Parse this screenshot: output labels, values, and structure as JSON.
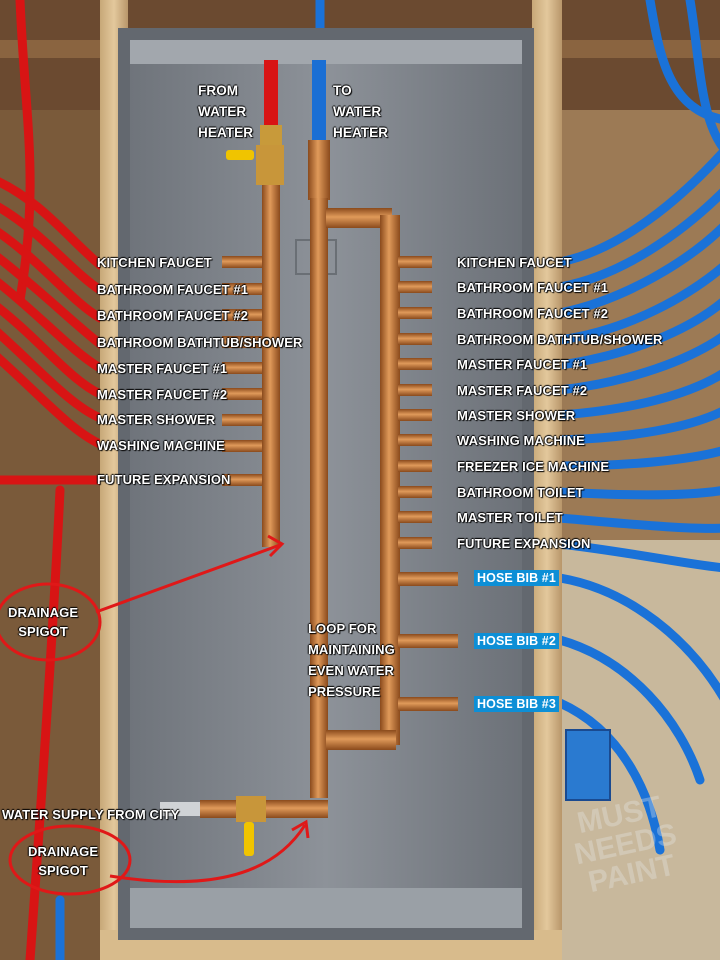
{
  "inlet": {
    "from_heater": "FROM\nWATER\nHEATER",
    "to_heater": "TO\nWATER\nHEATER"
  },
  "hot_lines": [
    "KITCHEN FAUCET",
    "BATHROOM FAUCET #1",
    "BATHROOM FAUCET #2",
    "BATHROOM BATHTUB/SHOWER",
    "MASTER FAUCET #1",
    "MASTER FAUCET #2",
    "MASTER SHOWER",
    "WASHING MACHINE",
    "FUTURE EXPANSION"
  ],
  "cold_lines": [
    "KITCHEN FAUCET",
    "BATHROOM FAUCET #1",
    "BATHROOM FAUCET #2",
    "BATHROOM BATHTUB/SHOWER",
    "MASTER FAUCET #1",
    "MASTER FAUCET #2",
    "MASTER SHOWER",
    "WASHING MACHINE",
    "FREEZER ICE MACHINE",
    "BATHROOM TOILET",
    "MASTER TOILET",
    "FUTURE EXPANSION"
  ],
  "hose_bibs": [
    "HOSE BIB #1",
    "HOSE BIB #2",
    "HOSE BIB #3"
  ],
  "loop_note": "LOOP FOR\nMAINTAINING\nEVEN WATER\nPRESSURE",
  "city_supply": "WATER SUPPLY FROM CITY",
  "drain_top": "DRAINAGE\nSPIGOT",
  "drain_bottom": "DRAINAGE\nSPIGOT",
  "watermark": "MUST\nNEEDS\nPAINT",
  "colors": {
    "hot": "#e01010",
    "cold": "#1a6fd4",
    "copper": "#c87a3a",
    "box": "#8a8f96",
    "annot": "#e01818"
  }
}
